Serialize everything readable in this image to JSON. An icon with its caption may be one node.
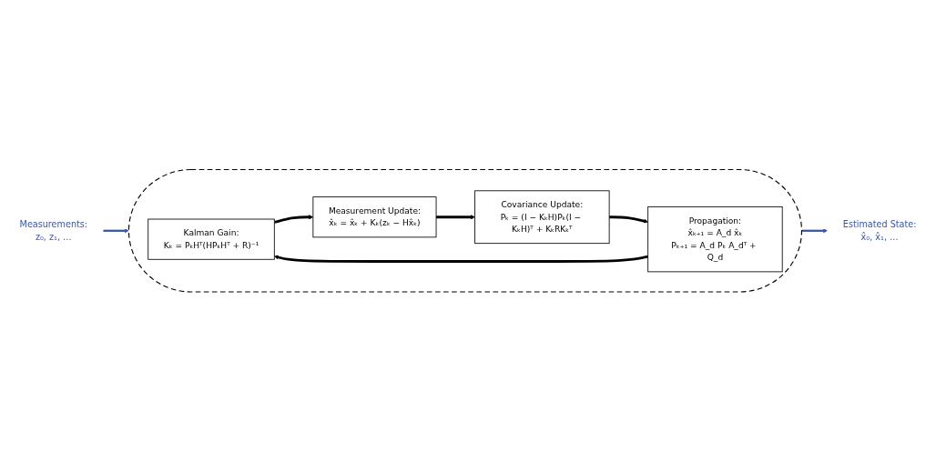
{
  "diagram": {
    "nodes": [
      {
        "text": [],
        "shape": "ellipse"
      },
      {
        "text": [
          "Kalman Gain:",
          "Kₖ = PₖHᵀ(HPₖHᵀ + R)⁻¹"
        ],
        "in": 0
      },
      {
        "text": [
          "Measurement Update:",
          "x̂ₖ = x̂ₖ + Kₖ(zₖ − Hx̂ₖ)"
        ],
        "in": 0
      },
      {
        "text": [
          "Covariance Update:",
          "Pₖ = (I − KₖH)Pₖ(I − KₖH)ᵀ + KₖRKₖᵀ"
        ],
        "in": 0
      },
      {
        "text": [
          "Propagation:",
          "x̂ₖ₊₁ = A_d x̂ₖ",
          "Pₖ₊₁ = A_d Pₖ A_dᵀ + Q_d"
        ],
        "in": 0
      },
      {
        "text": [
          "Measurements:",
          "z₀, z₁, …"
        ]
      },
      {
        "text": [
          "Estimated State:",
          "x̂₀, x̂₁, …"
        ]
      }
    ],
    "edges": [
      {
        "from": 1,
        "to": 2,
        "arrow": "to"
      },
      {
        "from": 2,
        "to": 3,
        "arrow": "to"
      },
      {
        "from": 3,
        "to": 4,
        "arrow": "to"
      },
      {
        "from": 4,
        "to": 1,
        "arrow": "to"
      },
      {
        "from": 5,
        "to": 0,
        "arrow": "to",
        "color": "#3b55a4"
      },
      {
        "from": 0,
        "to": 6,
        "arrow": "to",
        "color": "#3b55a4"
      }
    ]
  }
}
